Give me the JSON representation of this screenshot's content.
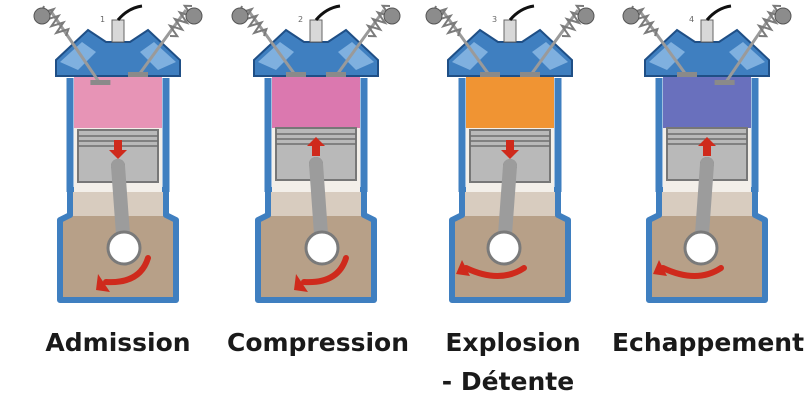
{
  "colors": {
    "engine_blue": "#3f7fc0",
    "engine_blue_dark": "#1f4f86",
    "crankcase_brown": "#b7a088",
    "crankcase_top": "#d8ccbf",
    "piston_grey": "#b9b9b9",
    "arrow_red": "#cf2a1c",
    "spring_grey": "#7b7b7b"
  },
  "strokes": [
    {
      "number": "1",
      "label": "Admission",
      "label_line2": "",
      "chamber_color": "#e58ab0",
      "piston_direction": "down",
      "rotation": "ccw-bottom-right",
      "intake_open": true,
      "exhaust_open": false
    },
    {
      "number": "2",
      "label": "Compression",
      "label_line2": "",
      "chamber_color": "#d86aa8",
      "piston_direction": "up",
      "rotation": "ccw-bottom-right",
      "intake_open": false,
      "exhaust_open": false
    },
    {
      "number": "3",
      "label": "Explosion",
      "label_line2": "- Détente",
      "chamber_color": "#f08a1f",
      "piston_direction": "down",
      "rotation": "ccw-bottom-left",
      "intake_open": false,
      "exhaust_open": false
    },
    {
      "number": "4",
      "label": "Echappement",
      "label_line2": "",
      "chamber_color": "#5a62b8",
      "piston_direction": "up",
      "rotation": "ccw-bottom-left",
      "intake_open": false,
      "exhaust_open": true
    }
  ]
}
